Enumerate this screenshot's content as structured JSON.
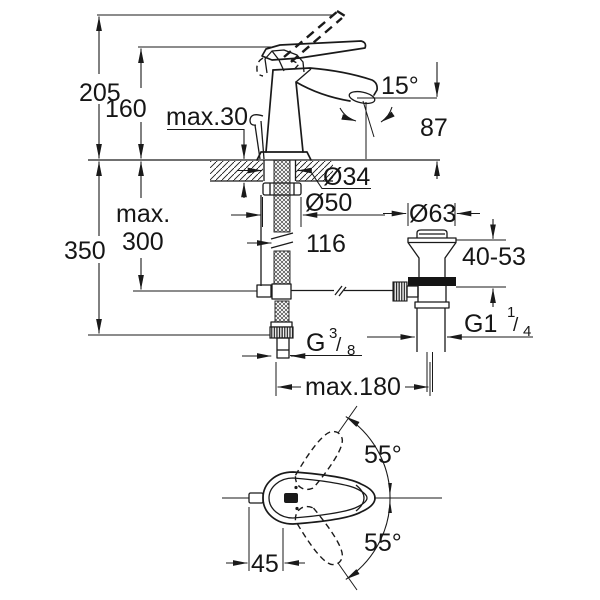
{
  "colors": {
    "background": "#ffffff",
    "line_color": "#1a1a1a",
    "text_color": "#161616",
    "gasket_fill": "#151515"
  },
  "labels": {
    "overall_height": "205",
    "lever_height": "160",
    "deck_thickness": "max.30",
    "spout_angle": "15°",
    "spout_height": "87",
    "hole_diameter": "Ø34",
    "base_diameter": "Ø50",
    "rod_length_line1": "max.",
    "rod_length_line2": "300",
    "hose_length": "350",
    "shank_length": "116",
    "waste_flange_diameter": "Ø63",
    "clamping_range": "40-53",
    "waste_thread_prefix": "G1",
    "waste_thread_numerator": "1",
    "waste_thread_slash": "/",
    "waste_thread_denominator": "4",
    "supply_thread_prefix": "G",
    "supply_thread_numerator": "3",
    "supply_thread_slash": "/",
    "supply_thread_denominator": "8",
    "projection": "max.180",
    "handle_swivel_up": "55°",
    "handle_swivel_down": "55°",
    "handle_front_length": "45"
  }
}
